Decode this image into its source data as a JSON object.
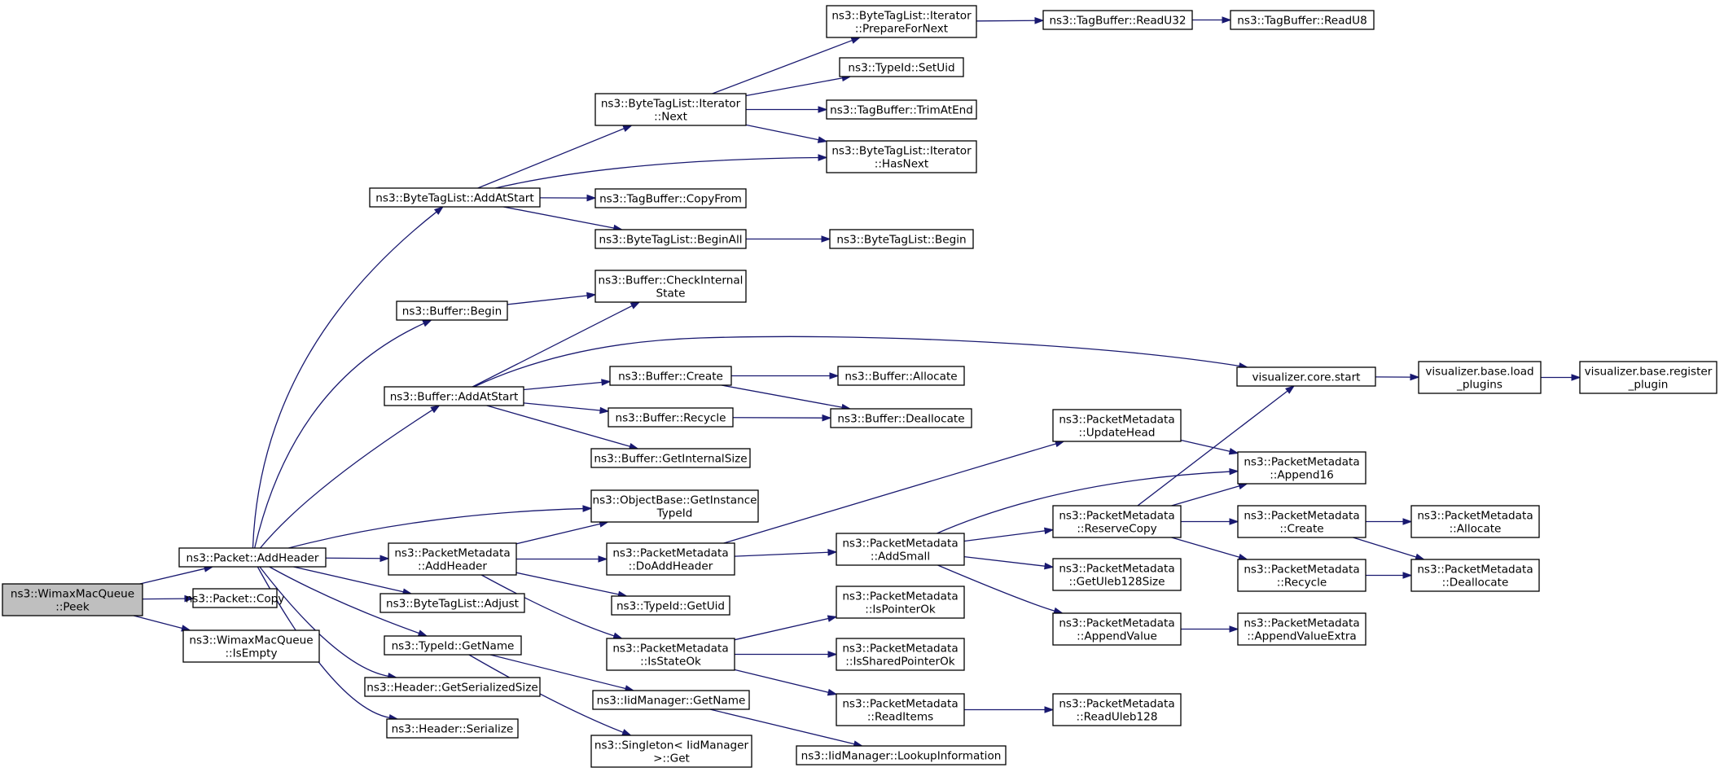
{
  "colors": {
    "edge": "#191970",
    "root_fill": "#bfbfbf",
    "node_fill": "#ffffff",
    "border": "#000000"
  },
  "nodes": [
    {
      "id": "peek",
      "lines": [
        "ns3::WimaxMacQueue",
        "::Peek"
      ],
      "root": true
    },
    {
      "id": "packet_addheader",
      "lines": [
        "ns3::Packet::AddHeader"
      ]
    },
    {
      "id": "packet_copy",
      "lines": [
        "ns3::Packet::Copy"
      ]
    },
    {
      "id": "queue_isempty",
      "lines": [
        "ns3::WimaxMacQueue",
        "::IsEmpty"
      ]
    },
    {
      "id": "btl_addatstart",
      "lines": [
        "ns3::ByteTagList::AddAtStart"
      ]
    },
    {
      "id": "buffer_begin",
      "lines": [
        "ns3::Buffer::Begin"
      ]
    },
    {
      "id": "buffer_addatstart",
      "lines": [
        "ns3::Buffer::AddAtStart"
      ]
    },
    {
      "id": "pm_addheader",
      "lines": [
        "ns3::PacketMetadata",
        "::AddHeader"
      ]
    },
    {
      "id": "btl_adjust",
      "lines": [
        "ns3::ByteTagList::Adjust"
      ]
    },
    {
      "id": "typeid_getname",
      "lines": [
        "ns3::TypeId::GetName"
      ]
    },
    {
      "id": "header_getserializedsize",
      "lines": [
        "ns3::Header::GetSerializedSize"
      ]
    },
    {
      "id": "header_serialize",
      "lines": [
        "ns3::Header::Serialize"
      ]
    },
    {
      "id": "btl_it_next",
      "lines": [
        "ns3::ByteTagList::Iterator",
        "::Next"
      ]
    },
    {
      "id": "tb_copyfrom",
      "lines": [
        "ns3::TagBuffer::CopyFrom"
      ]
    },
    {
      "id": "btl_beginall",
      "lines": [
        "ns3::ByteTagList::BeginAll"
      ]
    },
    {
      "id": "buffer_checkinternalstate",
      "lines": [
        "ns3::Buffer::CheckInternal",
        "State"
      ]
    },
    {
      "id": "buffer_create",
      "lines": [
        "ns3::Buffer::Create"
      ]
    },
    {
      "id": "buffer_recycle",
      "lines": [
        "ns3::Buffer::Recycle"
      ]
    },
    {
      "id": "buffer_getinternalsize",
      "lines": [
        "ns3::Buffer::GetInternalSize"
      ]
    },
    {
      "id": "ob_getinstancetypeid",
      "lines": [
        "ns3::ObjectBase::GetInstance",
        "TypeId"
      ]
    },
    {
      "id": "pm_doaddheader",
      "lines": [
        "ns3::PacketMetadata",
        "::DoAddHeader"
      ]
    },
    {
      "id": "typeid_getuid",
      "lines": [
        "ns3::TypeId::GetUid"
      ]
    },
    {
      "id": "pm_isstateok",
      "lines": [
        "ns3::PacketMetadata",
        "::IsStateOk"
      ]
    },
    {
      "id": "iid_getname",
      "lines": [
        "ns3::IidManager::GetName"
      ]
    },
    {
      "id": "singleton_get",
      "lines": [
        "ns3::Singleton< IidManager",
        ">::Get"
      ]
    },
    {
      "id": "btl_it_preparefornext",
      "lines": [
        "ns3::ByteTagList::Iterator",
        "::PrepareForNext"
      ]
    },
    {
      "id": "typeid_setuid",
      "lines": [
        "ns3::TypeId::SetUid"
      ]
    },
    {
      "id": "tb_trimatend",
      "lines": [
        "ns3::TagBuffer::TrimAtEnd"
      ]
    },
    {
      "id": "btl_it_hasnext",
      "lines": [
        "ns3::ByteTagList::Iterator",
        "::HasNext"
      ]
    },
    {
      "id": "btl_begin",
      "lines": [
        "ns3::ByteTagList::Begin"
      ]
    },
    {
      "id": "buffer_allocate",
      "lines": [
        "ns3::Buffer::Allocate"
      ]
    },
    {
      "id": "buffer_deallocate",
      "lines": [
        "ns3::Buffer::Deallocate"
      ]
    },
    {
      "id": "pm_addsmall",
      "lines": [
        "ns3::PacketMetadata",
        "::AddSmall"
      ]
    },
    {
      "id": "pm_ispointerok",
      "lines": [
        "ns3::PacketMetadata",
        "::IsPointerOk"
      ]
    },
    {
      "id": "pm_issharedpointerok",
      "lines": [
        "ns3::PacketMetadata",
        "::IsSharedPointerOk"
      ]
    },
    {
      "id": "pm_readitems",
      "lines": [
        "ns3::PacketMetadata",
        "::ReadItems"
      ]
    },
    {
      "id": "iid_lookupinformation",
      "lines": [
        "ns3::IidManager::LookupInformation"
      ]
    },
    {
      "id": "tb_readu32",
      "lines": [
        "ns3::TagBuffer::ReadU32"
      ]
    },
    {
      "id": "tb_readu8",
      "lines": [
        "ns3::TagBuffer::ReadU8"
      ]
    },
    {
      "id": "viz_core_start",
      "lines": [
        "visualizer.core.start"
      ]
    },
    {
      "id": "pm_updatehead",
      "lines": [
        "ns3::PacketMetadata",
        "::UpdateHead"
      ]
    },
    {
      "id": "pm_reservecopy",
      "lines": [
        "ns3::PacketMetadata",
        "::ReserveCopy"
      ]
    },
    {
      "id": "pm_getuleb128size",
      "lines": [
        "ns3::PacketMetadata",
        "::GetUleb128Size"
      ]
    },
    {
      "id": "pm_appendvalue",
      "lines": [
        "ns3::PacketMetadata",
        "::AppendValue"
      ]
    },
    {
      "id": "pm_readuleb128",
      "lines": [
        "ns3::PacketMetadata",
        "::ReadUleb128"
      ]
    },
    {
      "id": "viz_base_load_plugins",
      "lines": [
        "visualizer.base.load",
        "_plugins"
      ]
    },
    {
      "id": "viz_base_register_plugin",
      "lines": [
        "visualizer.base.register",
        "_plugin"
      ]
    },
    {
      "id": "pm_append16",
      "lines": [
        "ns3::PacketMetadata",
        "::Append16"
      ]
    },
    {
      "id": "pm_create",
      "lines": [
        "ns3::PacketMetadata",
        "::Create"
      ]
    },
    {
      "id": "pm_recycle",
      "lines": [
        "ns3::PacketMetadata",
        "::Recycle"
      ]
    },
    {
      "id": "pm_appendvalueextra",
      "lines": [
        "ns3::PacketMetadata",
        "::AppendValueExtra"
      ]
    },
    {
      "id": "pm_allocate",
      "lines": [
        "ns3::PacketMetadata",
        "::Allocate"
      ]
    },
    {
      "id": "pm_deallocate",
      "lines": [
        "ns3::PacketMetadata",
        "::Deallocate"
      ]
    }
  ],
  "edges": [
    [
      "peek",
      "packet_addheader"
    ],
    [
      "peek",
      "packet_copy"
    ],
    [
      "peek",
      "queue_isempty"
    ],
    [
      "packet_addheader",
      "btl_addatstart"
    ],
    [
      "packet_addheader",
      "buffer_begin"
    ],
    [
      "packet_addheader",
      "buffer_addatstart"
    ],
    [
      "packet_addheader",
      "ob_getinstancetypeid"
    ],
    [
      "packet_addheader",
      "pm_addheader"
    ],
    [
      "packet_addheader",
      "btl_adjust"
    ],
    [
      "packet_addheader",
      "typeid_getname"
    ],
    [
      "packet_addheader",
      "header_getserializedsize"
    ],
    [
      "packet_addheader",
      "header_serialize"
    ],
    [
      "btl_addatstart",
      "btl_it_next"
    ],
    [
      "btl_addatstart",
      "btl_it_hasnext"
    ],
    [
      "btl_addatstart",
      "tb_copyfrom"
    ],
    [
      "btl_addatstart",
      "btl_beginall"
    ],
    [
      "btl_it_next",
      "btl_it_preparefornext"
    ],
    [
      "btl_it_next",
      "typeid_setuid"
    ],
    [
      "btl_it_next",
      "tb_trimatend"
    ],
    [
      "btl_it_next",
      "btl_it_hasnext"
    ],
    [
      "btl_it_preparefornext",
      "tb_readu32"
    ],
    [
      "tb_readu32",
      "tb_readu8"
    ],
    [
      "btl_beginall",
      "btl_begin"
    ],
    [
      "buffer_begin",
      "buffer_checkinternalstate"
    ],
    [
      "buffer_addatstart",
      "buffer_checkinternalstate"
    ],
    [
      "buffer_addatstart",
      "viz_core_start"
    ],
    [
      "buffer_addatstart",
      "buffer_create"
    ],
    [
      "buffer_addatstart",
      "buffer_recycle"
    ],
    [
      "buffer_addatstart",
      "buffer_getinternalsize"
    ],
    [
      "buffer_create",
      "buffer_allocate"
    ],
    [
      "buffer_create",
      "buffer_deallocate"
    ],
    [
      "buffer_recycle",
      "buffer_deallocate"
    ],
    [
      "viz_core_start",
      "viz_base_load_plugins"
    ],
    [
      "viz_base_load_plugins",
      "viz_base_register_plugin"
    ],
    [
      "pm_addheader",
      "ob_getinstancetypeid"
    ],
    [
      "pm_addheader",
      "pm_doaddheader"
    ],
    [
      "pm_addheader",
      "typeid_getuid"
    ],
    [
      "pm_addheader",
      "pm_isstateok"
    ],
    [
      "pm_doaddheader",
      "pm_updatehead"
    ],
    [
      "pm_doaddheader",
      "pm_addsmall"
    ],
    [
      "pm_updatehead",
      "pm_append16"
    ],
    [
      "pm_addsmall",
      "pm_append16"
    ],
    [
      "pm_addsmall",
      "pm_reservecopy"
    ],
    [
      "pm_addsmall",
      "pm_getuleb128size"
    ],
    [
      "pm_addsmall",
      "pm_appendvalue"
    ],
    [
      "pm_reservecopy",
      "viz_core_start"
    ],
    [
      "pm_reservecopy",
      "pm_append16"
    ],
    [
      "pm_reservecopy",
      "pm_create"
    ],
    [
      "pm_reservecopy",
      "pm_recycle"
    ],
    [
      "pm_create",
      "pm_allocate"
    ],
    [
      "pm_create",
      "pm_deallocate"
    ],
    [
      "pm_recycle",
      "pm_deallocate"
    ],
    [
      "pm_appendvalue",
      "pm_appendvalueextra"
    ],
    [
      "pm_isstateok",
      "pm_ispointerok"
    ],
    [
      "pm_isstateok",
      "pm_issharedpointerok"
    ],
    [
      "pm_isstateok",
      "pm_readitems"
    ],
    [
      "pm_readitems",
      "pm_readuleb128"
    ],
    [
      "typeid_getname",
      "iid_getname"
    ],
    [
      "typeid_getname",
      "singleton_get"
    ],
    [
      "iid_getname",
      "iid_lookupinformation"
    ]
  ]
}
